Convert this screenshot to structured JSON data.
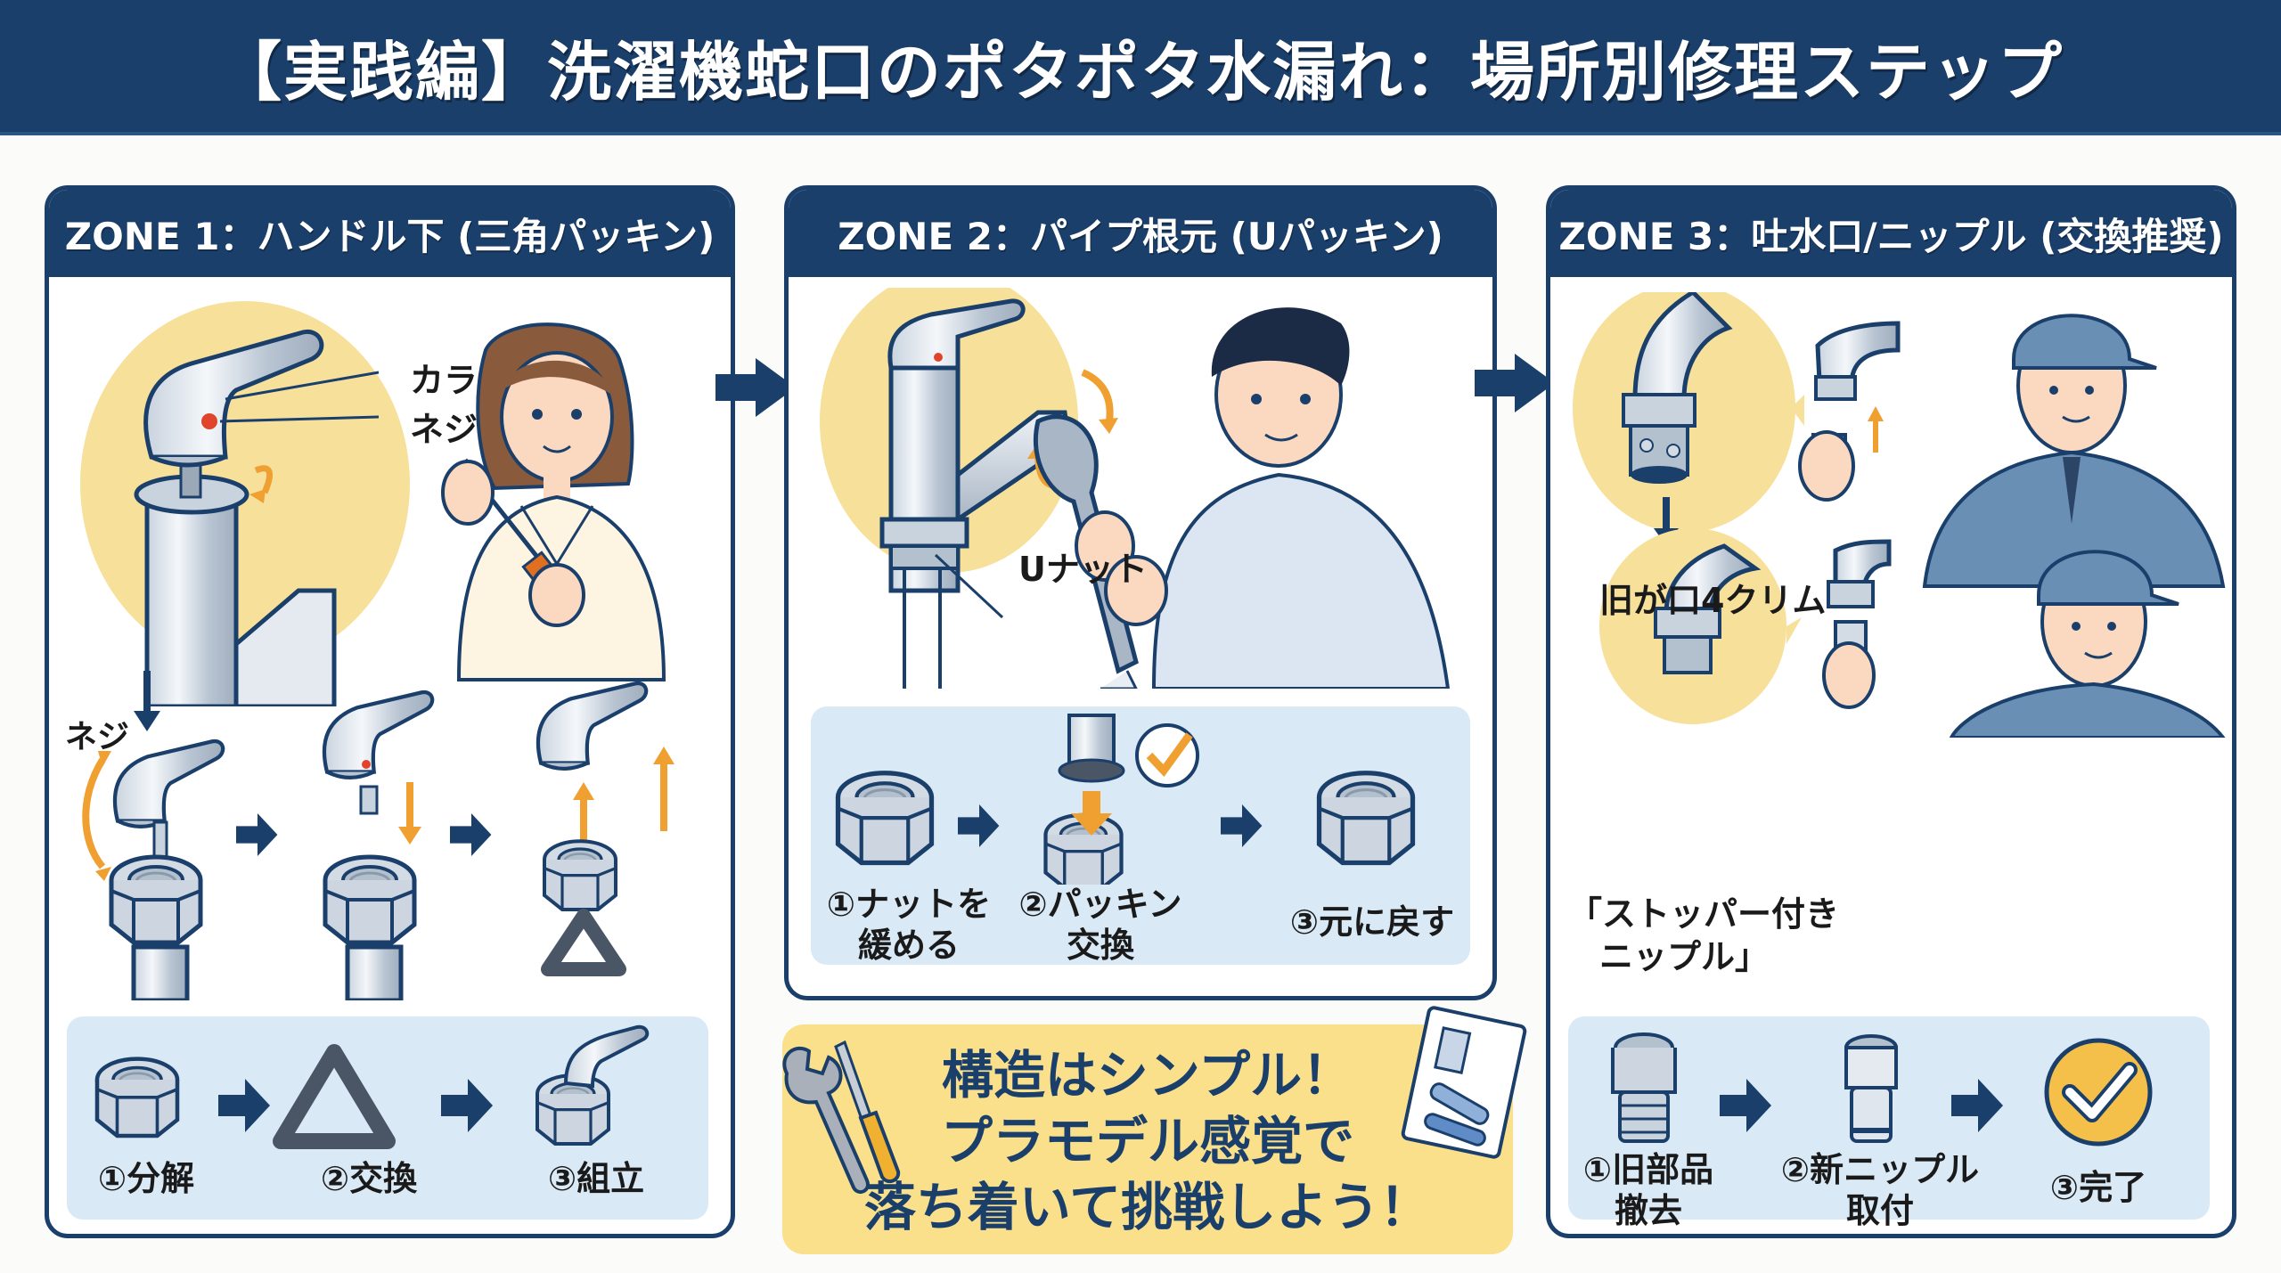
{
  "title": "【実践編】洗濯機蛇口のポタポタ水漏れ：場所別修理ステップ",
  "colors": {
    "navy": "#1b3f6b",
    "accent_orange": "#f0a030",
    "highlight_yellow": "#f7e09a",
    "step_bg": "#d9e9f5",
    "callout_bg": "#fbe08c",
    "screw_red": "#e0452b"
  },
  "zones": [
    {
      "header": "ZONE 1：ハンドル下 (三角パッキン)",
      "labels": {
        "collar": "カラー",
        "screw": "ネジ",
        "screw_small": "ネジ"
      },
      "steps": [
        {
          "label": "①分解",
          "icon": "nut-icon"
        },
        {
          "label": "②交換",
          "icon": "triangle-packing-icon"
        },
        {
          "label": "③組立",
          "icon": "handle-assembled-icon"
        }
      ]
    },
    {
      "header": "ZONE 2：パイプ根元 (Uパッキン)",
      "labels": {
        "u_nut": "Uナット"
      },
      "steps": [
        {
          "label_line1": "①ナットを",
          "label_line2": "緩める",
          "icon": "nut-icon"
        },
        {
          "label_line1": "②パッキン",
          "label_line2": "交換",
          "icon": "packing-insert-icon"
        },
        {
          "label_line1": "③元に戻す",
          "label_line2": "",
          "icon": "nut-icon"
        }
      ]
    },
    {
      "header": "ZONE 3：吐水口/ニップル (交換推奨)",
      "labels": {
        "old_part": "旧が口4クリム",
        "stopper_nipple_line1": "「ストッパー付き",
        "stopper_nipple_line2": "ニップル」"
      },
      "steps": [
        {
          "label_line1": "①旧部品",
          "label_line2": "撤去",
          "icon": "old-nipple-icon"
        },
        {
          "label_line1": "②新ニップル",
          "label_line2": "取付",
          "icon": "new-nipple-icon"
        },
        {
          "label_line1": "③完了",
          "label_line2": "",
          "icon": "check-circle-icon"
        }
      ]
    }
  ],
  "callout": {
    "line1": "構造はシンプル！",
    "line2": "プラモデル感覚で",
    "line3": "落ち着いて挑戦しよう！"
  }
}
